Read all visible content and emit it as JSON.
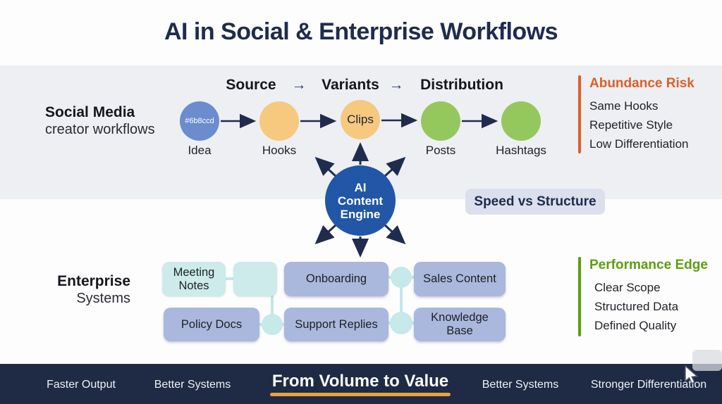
{
  "title": "AI in Social & Enterprise Workflows",
  "social": {
    "label_bold": "Social Media",
    "label_sub": "creator workflows",
    "stages": [
      "Source",
      "Variants",
      "Distribution"
    ],
    "stage_arrow": "→",
    "nodes": [
      {
        "label": "Idea",
        "inner_text": "#6b8ccd",
        "color": "#6b8ccd"
      },
      {
        "label": "Hooks",
        "inner_text": "",
        "color": "#f7c97e"
      },
      {
        "label": "",
        "inner_text": "Clips",
        "color": "#f7c97e"
      },
      {
        "label": "Posts",
        "inner_text": "",
        "color": "#95c75f"
      },
      {
        "label": "Hashtags",
        "inner_text": "",
        "color": "#95c75f"
      }
    ]
  },
  "engine": {
    "lines": [
      "AI",
      "Content",
      "Engine"
    ],
    "color": "#2157a6"
  },
  "speed_vs_structure": "Speed vs Structure",
  "abundance": {
    "title": "Abundance Risk",
    "color": "#dd5f28",
    "items": [
      "Same Hooks",
      "Repetitive Style",
      "Low Differentiation"
    ]
  },
  "performance": {
    "title": "Performance Edge",
    "color": "#5a9e10",
    "items": [
      "Clear Scope",
      "Structured Data",
      "Defined Quality"
    ]
  },
  "enterprise": {
    "label_bold": "Enterprise",
    "label_sub": "Systems",
    "boxes": {
      "meeting_notes": "Meeting Notes",
      "onboarding": "Onboarding",
      "sales_content": "Sales Content",
      "policy_docs": "Policy Docs",
      "support_replies": "Support Replies",
      "knowledge_base": "Knowledge Base"
    }
  },
  "footer": {
    "items": [
      "Faster Output",
      "Better Systems",
      "Better Systems",
      "Stronger Differentiation"
    ],
    "center": "From Volume to Value"
  },
  "colors": {
    "band": "#edeff3",
    "navy_text": "#1f2b4e",
    "arrow_navy": "#1f2c4e",
    "idea_blue": "#6b8ccd",
    "orange_node": "#f7c97e",
    "green_node": "#95c75f",
    "engine_blue": "#2157a6",
    "lavender_box": "#a9b8dc",
    "teal_box": "#cdebea",
    "teal_connector": "#c2e7e8",
    "abundance_orange": "#dd5f28",
    "performance_green": "#5a9e10",
    "footer_bg": "#1f2a45",
    "underline_orange": "#e8a33d"
  }
}
